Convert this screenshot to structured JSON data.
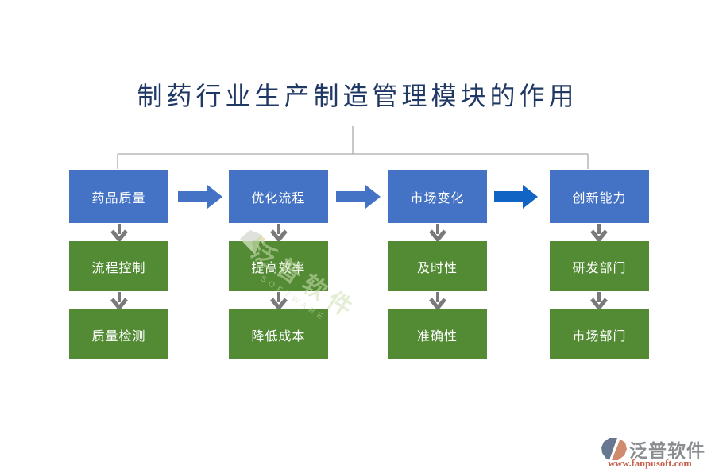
{
  "title": {
    "text": "制药行业生产制造管理模块的作用"
  },
  "colors": {
    "title": "#1F3864",
    "box_blue": "#4472C4",
    "box_green": "#538B34",
    "arrow_blue": "#4472C4",
    "arrow_blue_bright": "#1164C4",
    "arrow_gray": "#7A7A7A",
    "connector_gray": "#ABABAB",
    "box_text": "#FFFFFF",
    "brand_name_color": "#8A8D90",
    "brand_site_color": "#C4604B"
  },
  "columns": [
    {
      "boxes": [
        "药品质量",
        "流程控制",
        "质量检测"
      ]
    },
    {
      "boxes": [
        "优化流程",
        "提高效率",
        "降低成本"
      ]
    },
    {
      "boxes": [
        "市场变化",
        "及时性",
        "准确性"
      ]
    },
    {
      "boxes": [
        "创新能力",
        "研发部门",
        "市场部门"
      ]
    }
  ],
  "watermark": {
    "text": "泛普软件",
    "subtext": "SOFTWARE"
  },
  "branding": {
    "company": "泛普软件",
    "website": "www.fanpusoft.com"
  }
}
